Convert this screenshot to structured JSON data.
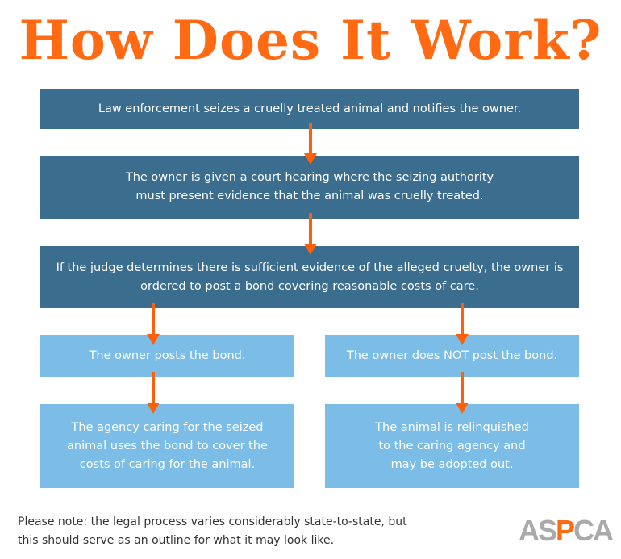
{
  "title": "How Does It Work?",
  "steps": {
    "seize": "Law enforcement seizes a cruelly treated animal and notifies the owner.",
    "hearing": "The owner is given a court hearing where the seizing authority must present evidence that the animal was cruelly treated.",
    "bond_order": "If the judge determines there is sufficient evidence of the alleged cruelty, the owner is ordered to post a bond covering reasonable costs of care.",
    "posts": "The owner posts the bond.",
    "not_posts": "The owner does NOT post the bond.",
    "posts_result": "The agency caring for the seized animal uses the bond to cover the costs of caring for the animal.",
    "not_posts_result": "The animal is relinquished to the caring agency and may be adopted out."
  },
  "note": "Please note: the legal process varies considerably state-to-state, but this should serve as an outline for what it may look like.",
  "logo": {
    "text": "ASPCA",
    "pre": "AS",
    "p": "P",
    "post": "CA"
  },
  "colors": {
    "title": "#ff6a13",
    "dark_box": "#3b6d8f",
    "light_box": "#7bbde6",
    "arrow": "#ff5f0a"
  }
}
